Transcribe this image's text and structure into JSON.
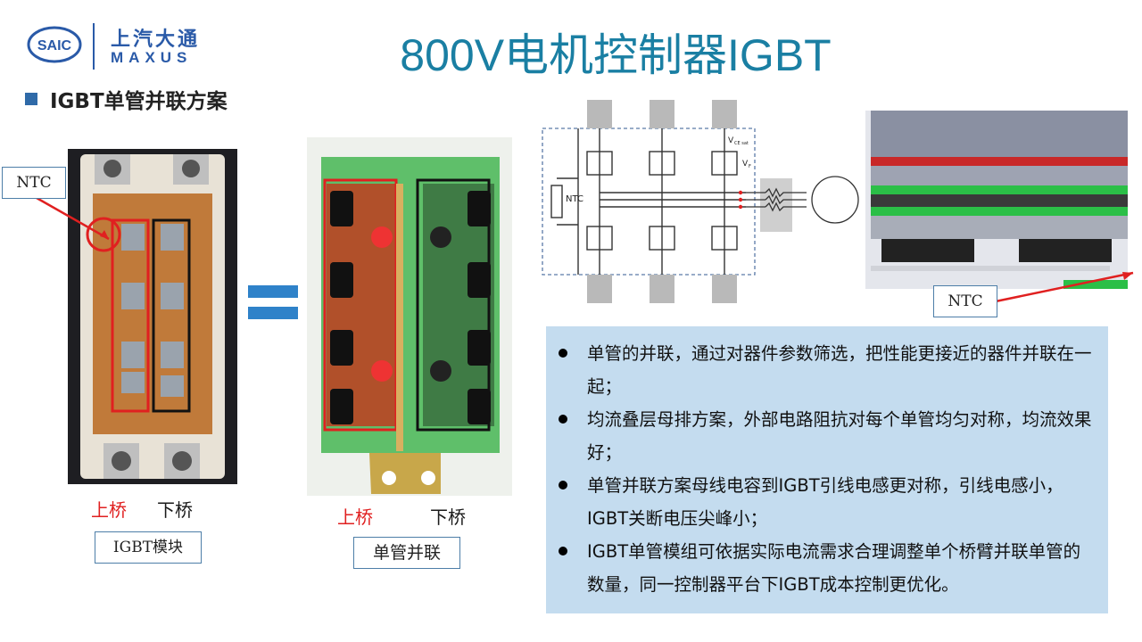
{
  "header": {
    "logo_saic": "SAIC",
    "logo_cn": "上汽大通",
    "logo_en": "MAXUS",
    "title": "800V电机控制器IGBT",
    "section": "IGBT单管并联方案"
  },
  "module": {
    "ntc_label": "NTC",
    "upper": "上桥",
    "lower": "下桥",
    "caption": "IGBT模块"
  },
  "discrete": {
    "upper": "上桥",
    "lower": "下桥",
    "caption": "单管并联"
  },
  "circuit": {
    "ntc": "NTC",
    "vce": "V",
    "vce_sub": "CE sat",
    "vf": "V",
    "vf_sub": "F"
  },
  "assembly": {
    "ntc_label": "NTC"
  },
  "bullets": [
    "单管的并联，通过对器件参数筛选，把性能更接近的器件并联在一起；",
    " 均流叠层母排方案，外部电路阻抗对每个单管均匀对称，均流效果好；",
    "单管并联方案母线电容到IGBT引线电感更对称，引线电感小，IGBT关断电压尖峰小；",
    "IGBT单管模组可依据实际电流需求合理调整单个桥臂并联单管的数量，同一控制器平台下IGBT成本控制更优化。"
  ],
  "colors": {
    "title": "#1a7fa3",
    "accent_blue": "#2f82c9",
    "panel_bg": "#c4dcef",
    "red": "#e02020"
  }
}
